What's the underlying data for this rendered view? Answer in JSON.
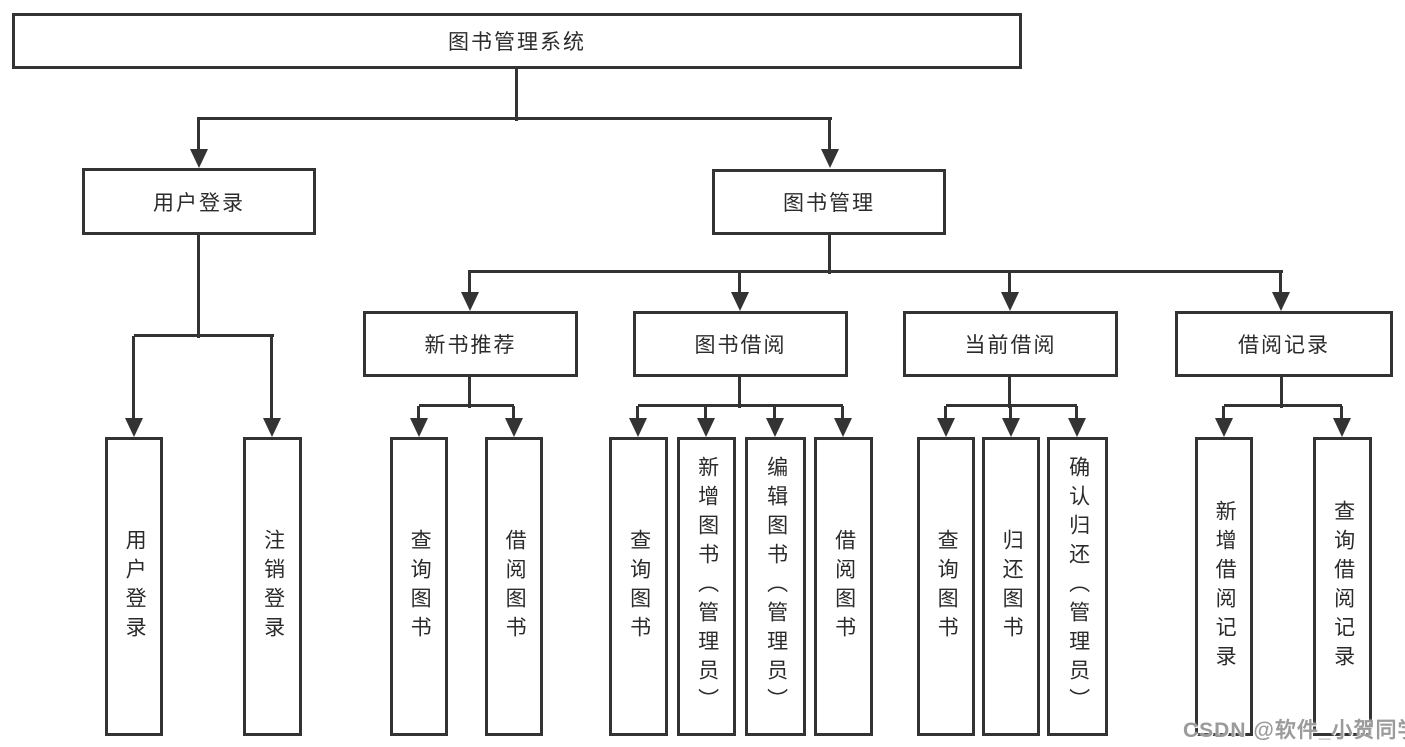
{
  "diagram": {
    "root": {
      "label": "图书管理系统"
    },
    "branches": [
      {
        "label": "用户登录",
        "children": [
          {
            "label": "用户登录"
          },
          {
            "label": "注销登录"
          }
        ]
      },
      {
        "label": "图书管理",
        "sections": [
          {
            "label": "新书推荐",
            "children": [
              {
                "label": "查询图书"
              },
              {
                "label": "借阅图书"
              }
            ]
          },
          {
            "label": "图书借阅",
            "children": [
              {
                "label": "查询图书"
              },
              {
                "label": "新增图书（管理员）"
              },
              {
                "label": "编辑图书（管理员）"
              },
              {
                "label": "借阅图书"
              }
            ]
          },
          {
            "label": "当前借阅",
            "children": [
              {
                "label": "查询图书"
              },
              {
                "label": "归还图书"
              },
              {
                "label": "确认归还（管理员）"
              }
            ]
          },
          {
            "label": "借阅记录",
            "children": [
              {
                "label": "新增借阅记录"
              },
              {
                "label": "查询借阅记录"
              }
            ]
          }
        ]
      }
    ],
    "watermark": "CSDN @软件_小贺同学",
    "colors": {
      "line": "#333333",
      "text": "#2b2b2b",
      "watermark": "#9b9b9b"
    }
  }
}
